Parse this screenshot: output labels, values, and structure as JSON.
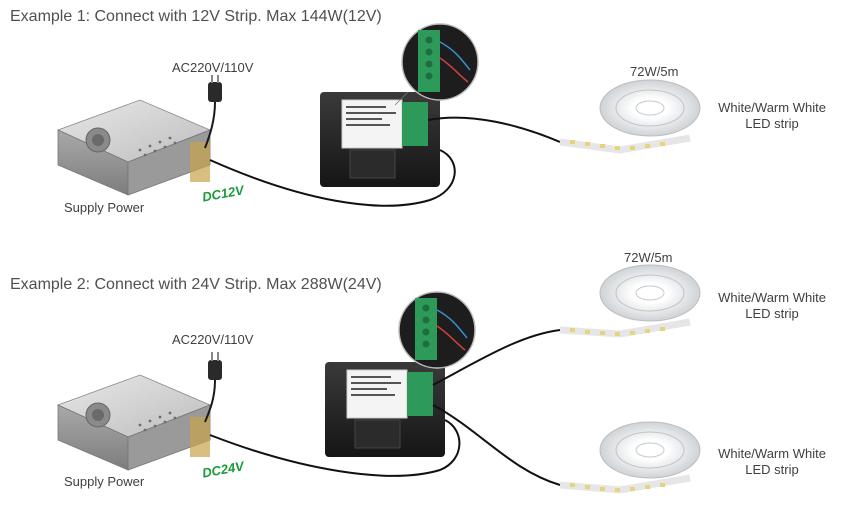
{
  "example1": {
    "title": "Example 1: Connect with 12V Strip. Max 144W(12V)",
    "ac_label": "AC220V/110V",
    "dc_label": "DC12V",
    "supply_label": "Supply Power",
    "strip_power": "72W/5m",
    "strip_label_line1": "White/Warm White",
    "strip_label_line2": "LED strip"
  },
  "example2": {
    "title": "Example 2: Connect with 24V Strip. Max 288W(24V)",
    "ac_label": "AC220V/110V",
    "dc_label": "DC24V",
    "supply_label": "Supply Power",
    "strip_power": "72W/5m",
    "strip1_label_line1": "White/Warm White",
    "strip1_label_line2": "LED strip",
    "strip2_label_line1": "White/Warm White",
    "strip2_label_line2": "LED strip"
  },
  "colors": {
    "dc_label": "#1a9a3a",
    "terminal_green": "#2e9a5a",
    "controller_body": "#222222"
  }
}
